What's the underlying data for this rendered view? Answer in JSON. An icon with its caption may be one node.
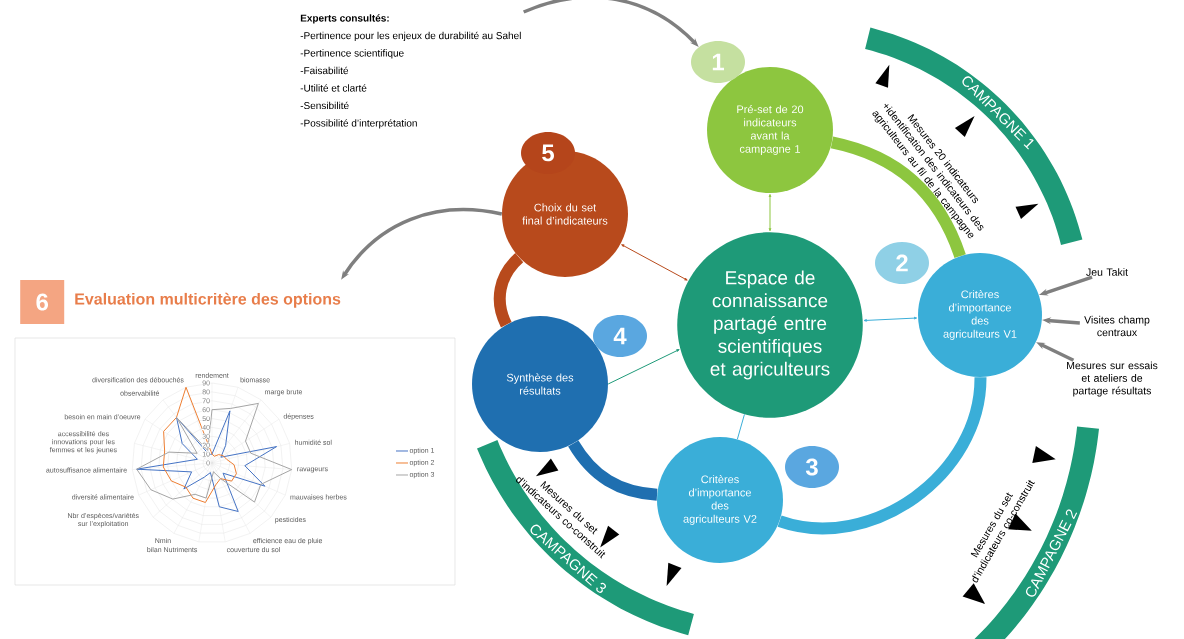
{
  "diagram": {
    "nodes": [
      {
        "text": [
          "Experts consultés:",
          "-Pertinence pour les enjeux de durabilité au Sahel",
          "-Pertinence scientifique",
          "-Faisabilité",
          "-Utilité et clarté",
          "-Sensibilité",
          "-Possibilité d’interprétation"
        ]
      },
      {
        "text": [
          "1"
        ]
      },
      {
        "text": [
          "Pré-set de 20 indicateurs avant la campagne 1"
        ]
      },
      {
        "text": [
          "CAMPAGNE 1"
        ]
      },
      {
        "text": [
          "5"
        ]
      },
      {
        "text": [
          "Choix du set final d’indicateurs"
        ]
      },
      {
        "text": [
          "6",
          "Evaluation multicritère des options"
        ]
      },
      {
        "text": [
          "2"
        ]
      },
      {
        "text": [
          "Espace de connaissance partagé entre scientifiques et agriculteurs"
        ]
      },
      {
        "text": [
          "Critères d’importance des agriculteurs V1"
        ]
      },
      {
        "text": [
          "Jeu Takit"
        ]
      },
      {
        "text": [
          "Visites champ centraux"
        ]
      },
      {
        "text": [
          "Mesures sur essais et ateliers de partage résultats"
        ]
      },
      {
        "text": [
          "Synthèse des résultats"
        ]
      },
      {
        "text": [
          "4"
        ]
      },
      {
        "text": [
          "3"
        ]
      },
      {
        "text": [
          "Critères d’importance des agriculteurs V2"
        ]
      },
      {
        "text": [
          "CAMPAGNE 2"
        ]
      },
      {
        "text": [
          "CAMPAGNE 3"
        ]
      }
    ],
    "edges": [
      {
        "from": 0,
        "to": 1,
        "arrow": "to",
        "color": "#7f7f7f"
      },
      {
        "from": 5,
        "to": 6,
        "arrow": "to",
        "color": "#7f7f7f"
      },
      {
        "from": 8,
        "to": 2,
        "arrow": "both",
        "color": "#8dc63f"
      },
      {
        "from": 8,
        "to": 9,
        "arrow": "both",
        "color": "#3aaed8"
      },
      {
        "from": 8,
        "to": 5,
        "arrow": "both",
        "color": "#b84a1c"
      },
      {
        "from": 13,
        "to": 8,
        "arrow": "to",
        "color": "#1e9a78"
      },
      {
        "from": 8,
        "to": 16,
        "arrow": "none",
        "color": "#3aaed8"
      },
      {
        "from": 10,
        "to": 9,
        "arrow": "to",
        "color": "#7f7f7f"
      },
      {
        "from": 11,
        "to": 9,
        "arrow": "to",
        "color": "#7f7f7f"
      },
      {
        "from": 12,
        "to": 9,
        "arrow": "to",
        "color": "#7f7f7f"
      },
      {
        "from": 2,
        "to": 9,
        "arrow": "none",
        "style": "thick",
        "color": "#8dc63f"
      },
      {
        "from": 9,
        "to": 16,
        "arrow": "none",
        "style": "thick",
        "color": "#3aaed8"
      },
      {
        "from": 16,
        "to": 13,
        "arrow": "none",
        "style": "thick",
        "color": "#1f6fb0"
      },
      {
        "from": 13,
        "to": 5,
        "arrow": "none",
        "style": "thick",
        "color": "#b84a1c"
      }
    ],
    "labels": [
      "Mesures 20 indicateurs +identification des indicateurs des agriculteurs au fil de la campagne",
      "Mesures du set d’indicateurs co-construit",
      "Mesures du set d’indicateurs co-construit",
      "rendement",
      "biomasse",
      "marge brute",
      "dépenses",
      "humidité sol",
      "ravageurs",
      "mauvaises herbes",
      "pesticides",
      "efficience eau de pluie",
      "couverture du sol",
      "bilan Nutriments",
      "Nmin",
      "Nbr d’espèces/variétés sur l’exploitation",
      "diversité alimentaire",
      "autosuffisance alimentaire",
      "accessibilité des innovations pour les femmes et les jeunes",
      "besoin en main d’oeuvre",
      "observabilité",
      "diversification des débouchés",
      "0",
      "10",
      "20",
      "30",
      "40",
      "50",
      "60",
      "70",
      "80",
      "90"
    ],
    "legend": [
      {
        "text": "option 1"
      },
      {
        "text": "option 2"
      },
      {
        "text": "option 3"
      }
    ]
  }
}
